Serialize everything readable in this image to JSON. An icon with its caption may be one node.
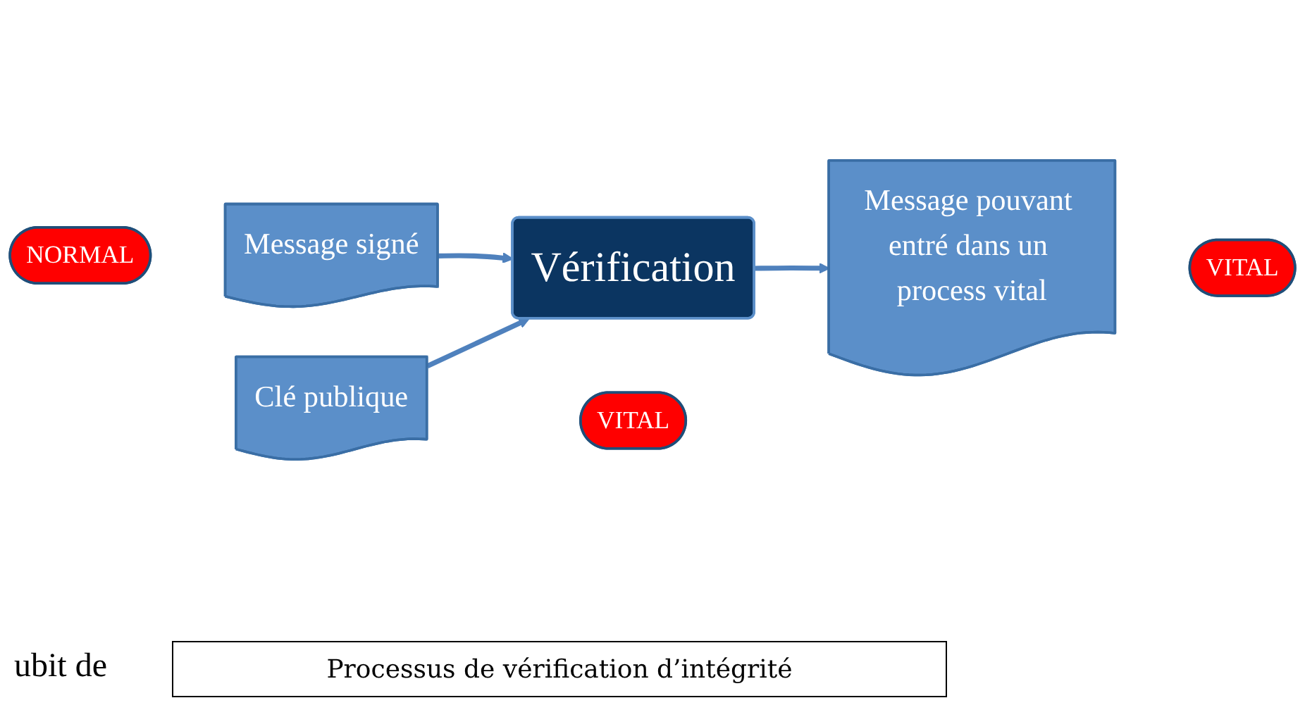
{
  "diagram": {
    "caption": "Processus de vérification d’intégrité",
    "nodes": [
      {
        "text": [
          "NORMAL"
        ]
      },
      {
        "text": [
          "Message signé"
        ]
      },
      {
        "text": [
          "Vérification"
        ]
      },
      {
        "text": [
          "VITAL"
        ]
      },
      {
        "text": [
          "Message pouvant entré dans un process vital"
        ]
      },
      {
        "text": [
          "VITAL"
        ]
      },
      {
        "text": [
          "Clé publique"
        ]
      }
    ],
    "edges": [
      {
        "from": 1,
        "to": 2,
        "arrow": "to"
      },
      {
        "from": 2,
        "to": 4,
        "arrow": "to"
      },
      {
        "from": 6,
        "to": 2,
        "arrow": "to"
      }
    ],
    "labels": [
      "ubit de"
    ]
  }
}
